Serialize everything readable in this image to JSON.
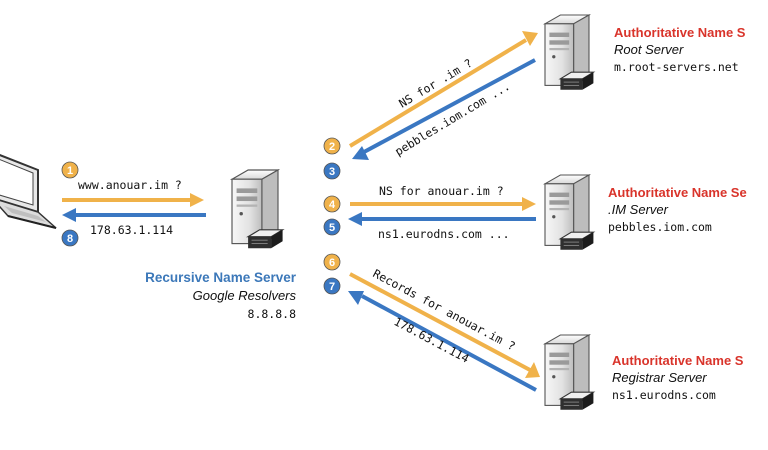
{
  "colors": {
    "orange": "#F0B24A",
    "blue": "#3A77C2",
    "red": "#D9342B",
    "recursive_blue": "#3C78B9",
    "server_body": "#e6e6e6",
    "server_dark": "#2f2f2f"
  },
  "steps": [
    {
      "num": "1",
      "color": "orange"
    },
    {
      "num": "2",
      "color": "orange"
    },
    {
      "num": "3",
      "color": "blue"
    },
    {
      "num": "4",
      "color": "orange"
    },
    {
      "num": "5",
      "color": "blue"
    },
    {
      "num": "6",
      "color": "orange"
    },
    {
      "num": "7",
      "color": "blue"
    },
    {
      "num": "8",
      "color": "blue"
    }
  ],
  "labels": {
    "client_query": "www.anouar.im ?",
    "client_answer": "178.63.1.114",
    "root_query": "NS for .im ?",
    "root_answer": "pebbles.iom.com ...",
    "im_query": "NS for anouar.im ?",
    "im_answer": "ns1.eurodns.com ...",
    "reg_query": "Records for anouar.im ?",
    "reg_answer": "178.63.1.114"
  },
  "recursive": {
    "title": "Recursive Name Server",
    "subtitle": "Google Resolvers",
    "address": "8.8.8.8"
  },
  "servers": [
    {
      "title": "Authoritative Name S",
      "subtitle": "Root Server",
      "host": "m.root-servers.net"
    },
    {
      "title": "Authoritative Name Se",
      "subtitle": ".IM Server",
      "host": "pebbles.iom.com"
    },
    {
      "title": "Authoritative Name S",
      "subtitle": "Registrar Server",
      "host": "ns1.eurodns.com"
    }
  ],
  "icons": {
    "client": "laptop-icon",
    "recursive": "server-icon",
    "authoritative": "server-icon"
  }
}
